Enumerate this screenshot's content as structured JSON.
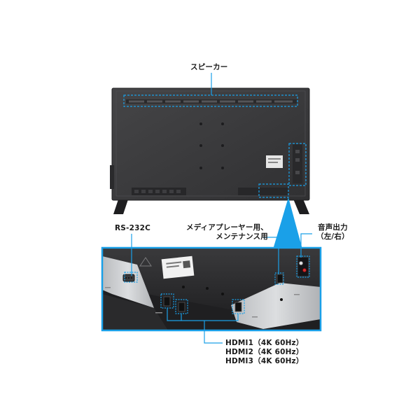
{
  "labels": {
    "speaker": "スピーカー",
    "rs232c": "RS-232C",
    "media_player": [
      "メディアプレーヤー用、",
      "メンテナンス用"
    ],
    "audio_out": [
      "音声出力",
      "（左/右）"
    ],
    "hdmi": [
      "HDMI1（4K 60Hz）",
      "HDMI2（4K 60Hz）",
      "HDMI3（4K 60Hz）"
    ]
  },
  "colors": {
    "callout": "#1aa0e8",
    "tv_body": "#3a3a3c",
    "tv_edge": "#262628",
    "detail_bg": "#2e2e30",
    "metal_plate": "#c9cbcd",
    "background": "#ffffff"
  }
}
